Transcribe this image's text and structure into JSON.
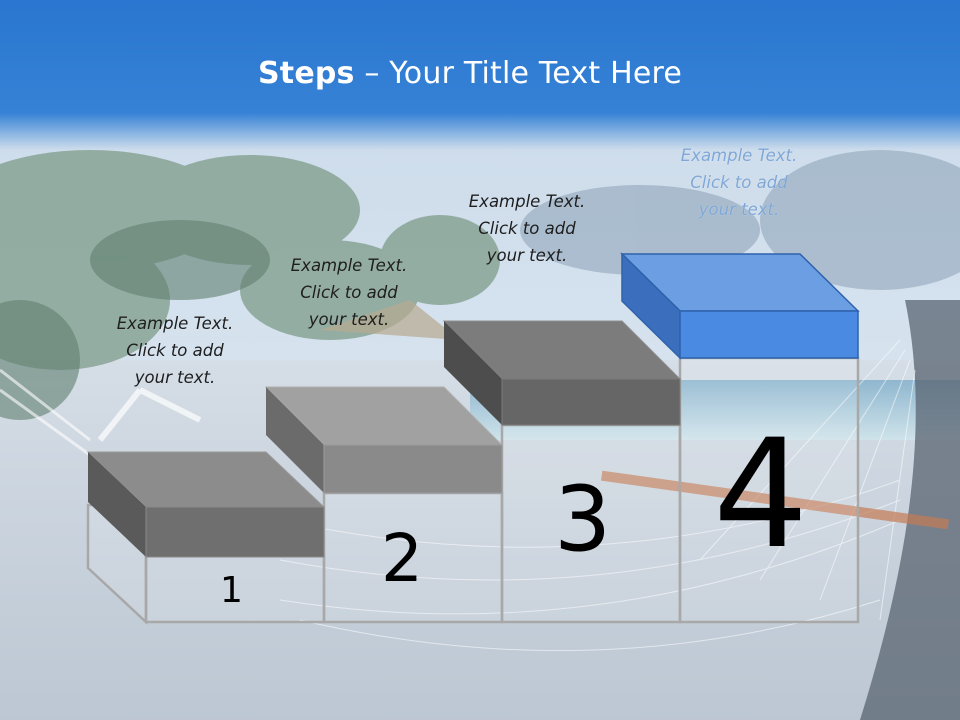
{
  "slide": {
    "title_bold": "Steps",
    "title_rest": " – Your Title Text Here"
  },
  "steps": [
    {
      "number": "1",
      "line1": "Example Text.",
      "line2": "Click  to add",
      "line3": "your text."
    },
    {
      "number": "2",
      "line1": "Example Text.",
      "line2": "Click  to add",
      "line3": "your text."
    },
    {
      "number": "3",
      "line1": "Example Text.",
      "line2": "Click  to add",
      "line3": "your text."
    },
    {
      "number": "4",
      "line1": "Example Text.",
      "line2": "Click  to add",
      "line3": "your text."
    }
  ],
  "colors": {
    "title_bar": "#2f7ad1",
    "gray_block_top": "#8a8a8a",
    "gray_block_front": "#6e6e6e",
    "gray_block_side": "#4f4f4f",
    "blue_block_top": "#6fa0e4",
    "blue_block_front": "#4a88e0",
    "blue_block_side": "#3a6fbf",
    "stair_outline": "#a5a5a5"
  }
}
